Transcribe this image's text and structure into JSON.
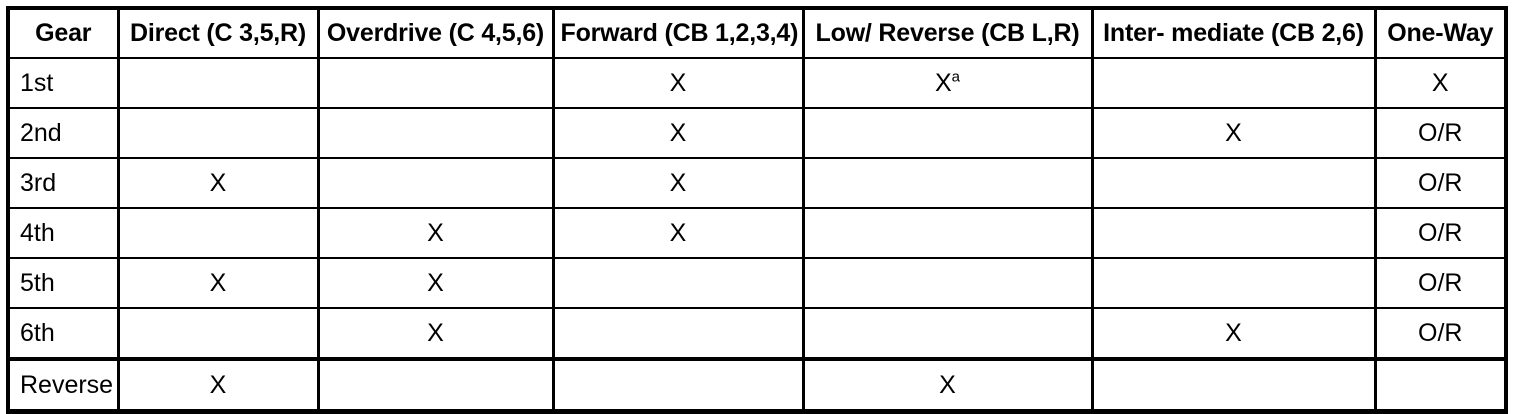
{
  "table": {
    "caption": "",
    "columns": [
      {
        "key": "gear",
        "label": "Gear"
      },
      {
        "key": "direct",
        "label": "Direct (C 3,5,R)"
      },
      {
        "key": "over",
        "label": "Overdrive (C 4,5,6)"
      },
      {
        "key": "fwd",
        "label": "Forward (CB 1,2,3,4)"
      },
      {
        "key": "lowrev",
        "label": "Low/ Reverse (CB L,R)"
      },
      {
        "key": "inter",
        "label": "Inter- mediate (CB 2,6)"
      },
      {
        "key": "oneway",
        "label": "One-Way"
      }
    ],
    "rows": [
      {
        "gear": "1st",
        "direct": "",
        "over": "",
        "fwd": "X",
        "lowrev": "X",
        "lowrev_footnote": "a",
        "inter": "",
        "oneway": "X",
        "separated_above": false
      },
      {
        "gear": "2nd",
        "direct": "",
        "over": "",
        "fwd": "X",
        "lowrev": "",
        "lowrev_footnote": "",
        "inter": "X",
        "oneway": "O/R",
        "separated_above": false
      },
      {
        "gear": "3rd",
        "direct": "X",
        "over": "",
        "fwd": "X",
        "lowrev": "",
        "lowrev_footnote": "",
        "inter": "",
        "oneway": "O/R",
        "separated_above": false
      },
      {
        "gear": "4th",
        "direct": "",
        "over": "X",
        "fwd": "X",
        "lowrev": "",
        "lowrev_footnote": "",
        "inter": "",
        "oneway": "O/R",
        "separated_above": false
      },
      {
        "gear": "5th",
        "direct": "X",
        "over": "X",
        "fwd": "",
        "lowrev": "",
        "lowrev_footnote": "",
        "inter": "",
        "oneway": "O/R",
        "separated_above": false
      },
      {
        "gear": "6th",
        "direct": "",
        "over": "X",
        "fwd": "",
        "lowrev": "",
        "lowrev_footnote": "",
        "inter": "X",
        "oneway": "O/R",
        "separated_above": false
      },
      {
        "gear": "Reverse",
        "direct": "X",
        "over": "",
        "fwd": "",
        "lowrev": "X",
        "lowrev_footnote": "",
        "inter": "",
        "oneway": "",
        "separated_above": true
      }
    ]
  },
  "colors": {
    "rule": "#000000",
    "text": "#000000",
    "background": "#ffffff"
  }
}
